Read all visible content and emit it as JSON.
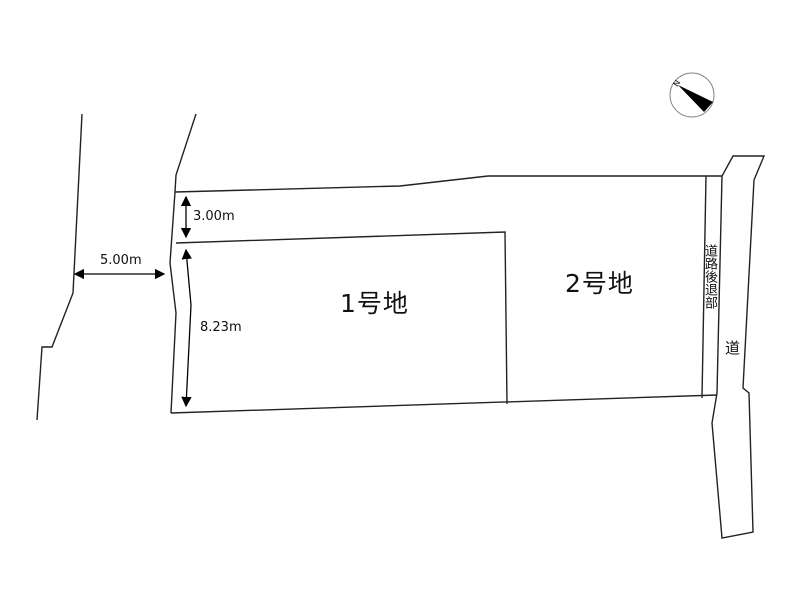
{
  "plot_labels": {
    "lot1": "1号地",
    "lot2": "2号地"
  },
  "road_labels": {
    "setback": "道路後退部",
    "road": "道"
  },
  "dimensions": {
    "road_width": "5.00m",
    "setback_depth": "3.00m",
    "lot_depth": "8.23m"
  },
  "compass": {
    "north_label": "N",
    "color": "#000000"
  }
}
